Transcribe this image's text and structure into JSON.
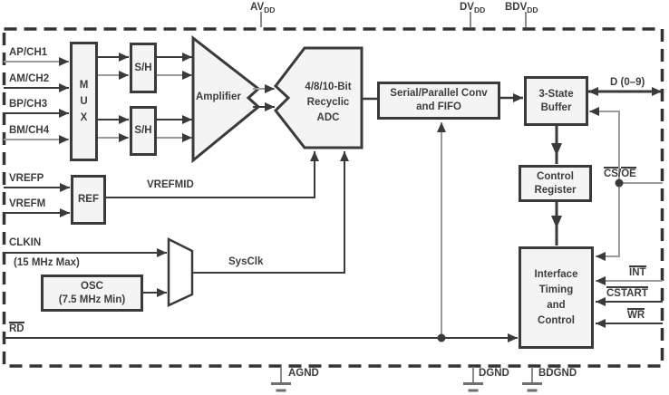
{
  "pins": {
    "avdd": {
      "base": "AV",
      "sub": "DD"
    },
    "dvdd": {
      "base": "DV",
      "sub": "DD"
    },
    "bdvdd": {
      "base": "BDV",
      "sub": "DD"
    },
    "agnd": "AGND",
    "dgnd": "DGND",
    "bdgnd": "BDGND"
  },
  "inputs": {
    "ch1": "AP/CH1",
    "ch2": "AM/CH2",
    "ch3": "BP/CH3",
    "ch4": "BM/CH4",
    "vrefp": "VREFP",
    "vrefm": "VREFM",
    "clkin": "CLKIN",
    "clkin_note": "(15 MHz Max)",
    "rd": "RD"
  },
  "nets": {
    "vrefmid": "VREFMID",
    "sysclk": "SysClk",
    "d_bus": "D (0–9)",
    "cs": "CS",
    "slash": "/",
    "oe": "OE",
    "int": "INT",
    "cstart": "CSTART",
    "wr": "WR"
  },
  "blocks": {
    "mux": "MUX",
    "sh": "S/H",
    "amplifier": "Amplifier",
    "adc_line1": "4/8/10-Bit",
    "adc_line2": "Recyclic",
    "adc_line3": "ADC",
    "ref": "REF",
    "osc_line1": "OSC",
    "osc_line2": "(7.5 MHz Min)",
    "fifo_line1": "Serial/Parallel Conv",
    "fifo_line2": "and FIFO",
    "buffer_line1": "3-State",
    "buffer_line2": "Buffer",
    "creg_line1": "Control",
    "creg_line2": "Register",
    "itc_line1": "Interface",
    "itc_line2": "Timing",
    "itc_line3": "and",
    "itc_line4": "Control"
  },
  "colors": {
    "line": "#3a3a3a",
    "gray_line": "#9a9a9a",
    "block_fill": "#f4f4f4"
  }
}
